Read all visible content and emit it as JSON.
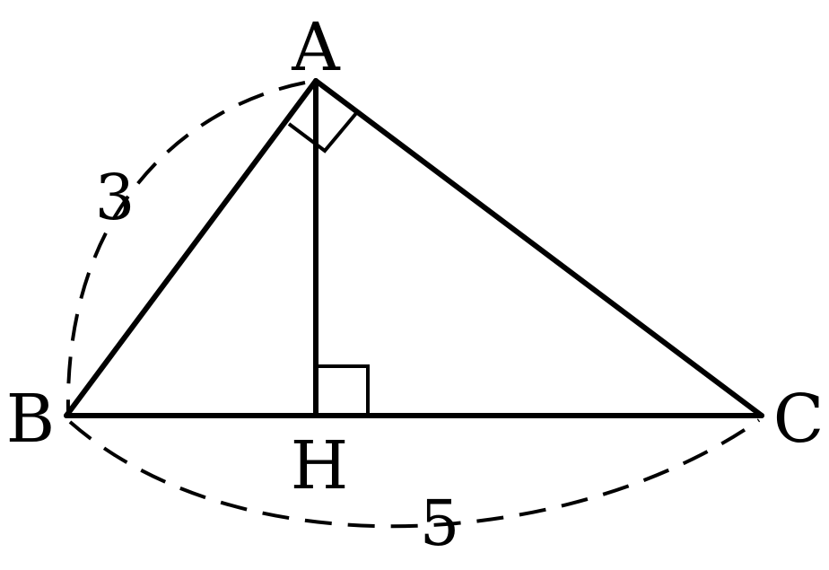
{
  "points": {
    "A": "A",
    "B": "B",
    "C": "C",
    "H": "H"
  },
  "measurements": {
    "AB": "3",
    "BC": "5"
  },
  "colors": {
    "line": "#000000",
    "background": "#ffffff"
  }
}
